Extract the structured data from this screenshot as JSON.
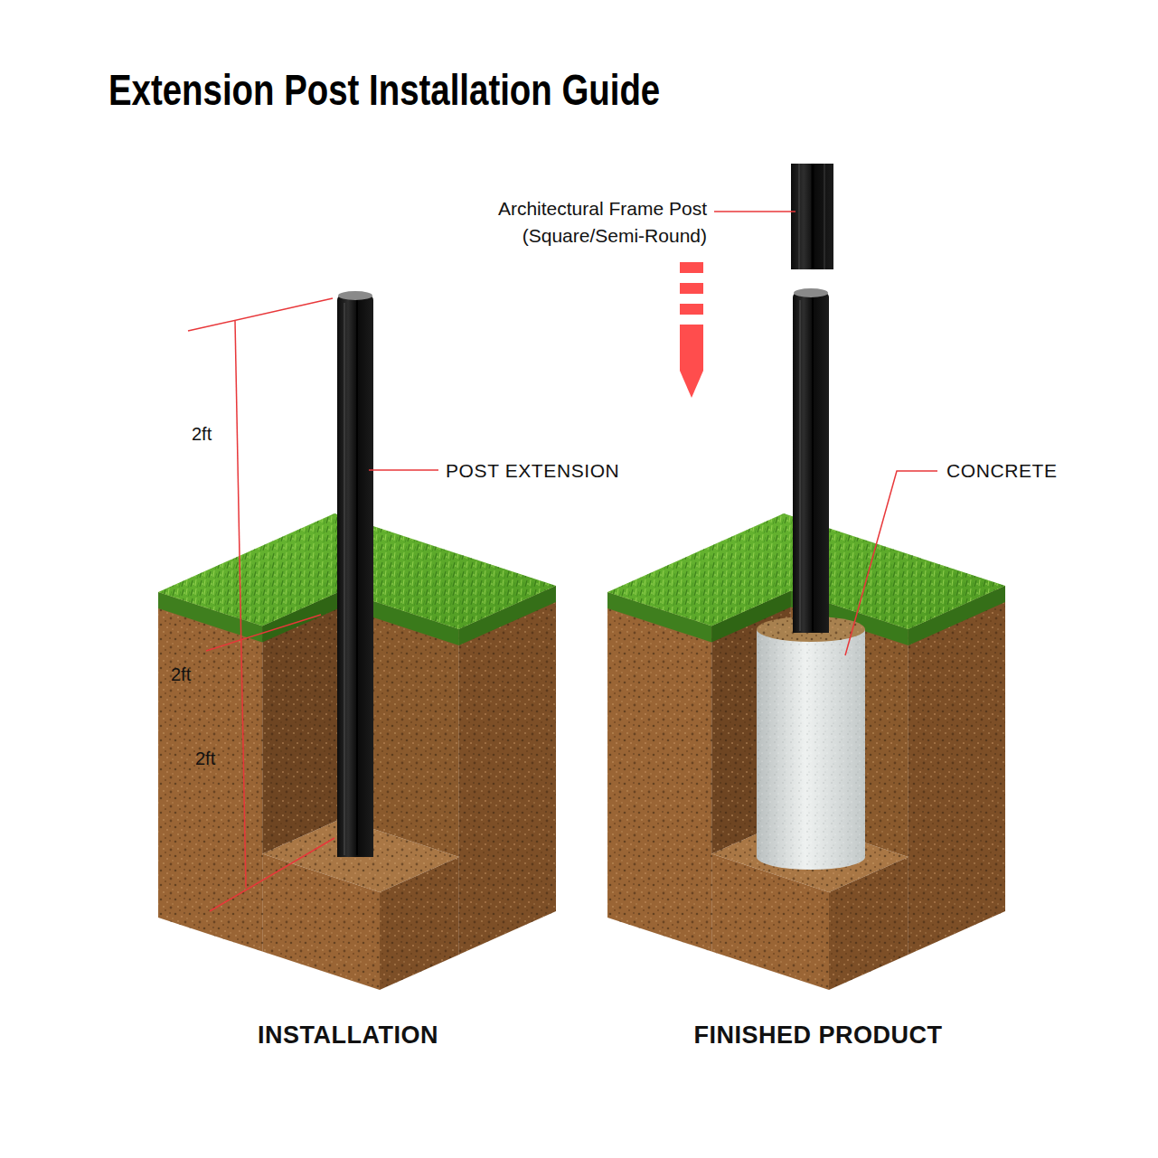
{
  "diagram": {
    "title": "Extension Post Installation Guide",
    "labels": [
      "Architectural Frame Post (Square/Semi-Round)",
      "2ft",
      "POST EXTENSION",
      "CONCRETE",
      "2ft",
      "2ft",
      "INSTALLATION",
      "FINISHED PRODUCT"
    ]
  }
}
